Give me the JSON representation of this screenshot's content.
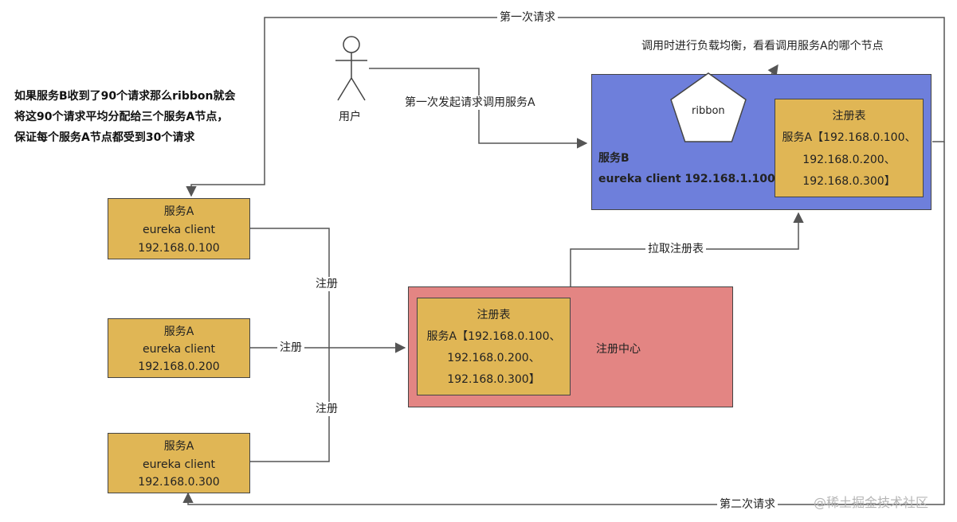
{
  "diagram": {
    "user_label": "用户",
    "first_call_label": "第一次发起请求调用服务A",
    "first_request_label": "第一次请求",
    "second_request_label": "第二次请求",
    "balance_note": "调用时进行负载均衡，看看调用服务A的哪个节点",
    "ribbon_label": "ribbon",
    "pull_registry_label": "拉取注册表",
    "register_label": "注册",
    "registry_center_label": "注册中心",
    "note_lines": [
      "如果服务B收到了90个请求那么ribbon就会",
      "将这90个请求平均分配给三个服务A节点，",
      "保证每个服务A节点都受到30个请求"
    ],
    "service_b": {
      "name": "服务B",
      "client": "eureka client 192.168.1.100",
      "registry": {
        "title": "注册表",
        "lines": [
          "服务A【192.168.0.100、",
          "192.168.0.200、",
          "192.168.0.300】"
        ]
      }
    },
    "center_registry": {
      "title": "注册表",
      "lines": [
        "服务A【192.168.0.100、",
        "192.168.0.200、",
        "192.168.0.300】"
      ]
    },
    "service_a_nodes": [
      {
        "name": "服务A",
        "client": "eureka client",
        "ip": "192.168.0.100"
      },
      {
        "name": "服务A",
        "client": "eureka client",
        "ip": "192.168.0.200"
      },
      {
        "name": "服务A",
        "client": "eureka client",
        "ip": "192.168.0.300"
      }
    ],
    "watermark": "@稀土掘金技术社区",
    "colors": {
      "service_b_fill": "#6e7fdb",
      "registry_center_fill": "#e38583",
      "node_fill": "#e0b655",
      "line": "#555555"
    }
  }
}
